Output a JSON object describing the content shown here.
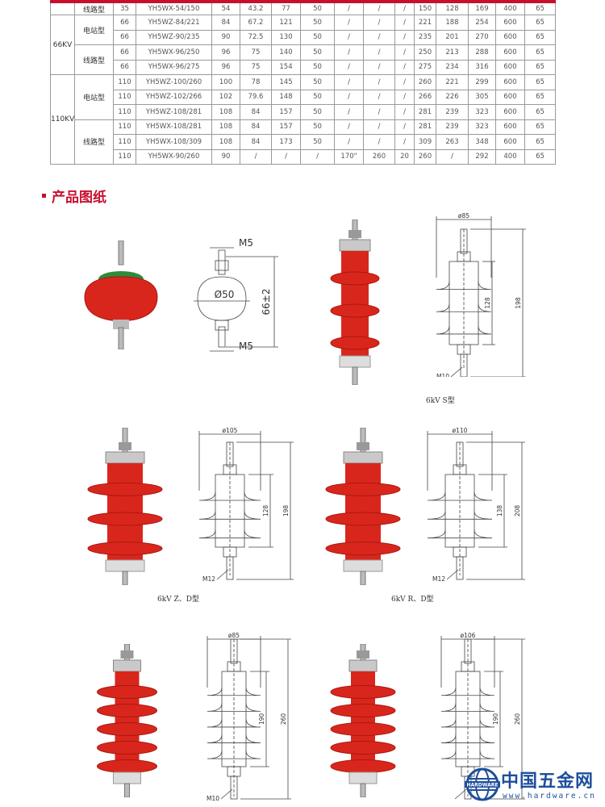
{
  "table": {
    "rows": [
      {
        "group": "",
        "type": "线路型",
        "cells": [
          "35",
          "YH5WX-54/150",
          "54",
          "43.2",
          "77",
          "50",
          "/",
          "/",
          "/",
          "150",
          "128",
          "169",
          "400",
          "65"
        ]
      },
      {
        "group": "66KV",
        "type": "电站型",
        "cells": [
          "66",
          "YH5WZ-84/221",
          "84",
          "67.2",
          "121",
          "50",
          "/",
          "/",
          "/",
          "221",
          "188",
          "254",
          "600",
          "65"
        ]
      },
      {
        "cells": [
          "66",
          "YH5WZ-90/235",
          "90",
          "72.5",
          "130",
          "50",
          "/",
          "/",
          "/",
          "235",
          "201",
          "270",
          "600",
          "65"
        ]
      },
      {
        "type": "线路型",
        "cells": [
          "66",
          "YH5WX-96/250",
          "96",
          "75",
          "140",
          "50",
          "/",
          "/",
          "/",
          "250",
          "213",
          "288",
          "600",
          "65"
        ]
      },
      {
        "cells": [
          "66",
          "YH5WX-96/275",
          "96",
          "75",
          "154",
          "50",
          "/",
          "/",
          "/",
          "275",
          "234",
          "316",
          "600",
          "65"
        ]
      },
      {
        "group": "110KV",
        "type": "电站型",
        "cells": [
          "110",
          "YH5WZ-100/260",
          "100",
          "78",
          "145",
          "50",
          "/",
          "/",
          "/",
          "260",
          "221",
          "299",
          "600",
          "65"
        ]
      },
      {
        "cells": [
          "110",
          "YH5WZ-102/266",
          "102",
          "79.6",
          "148",
          "50",
          "/",
          "/",
          "/",
          "266",
          "226",
          "305",
          "600",
          "65"
        ]
      },
      {
        "cells": [
          "110",
          "YH5WZ-108/281",
          "108",
          "84",
          "157",
          "50",
          "/",
          "/",
          "/",
          "281",
          "239",
          "323",
          "600",
          "65"
        ]
      },
      {
        "type": "线路型",
        "cells": [
          "110",
          "YH5WX-108/281",
          "108",
          "84",
          "157",
          "50",
          "/",
          "/",
          "/",
          "281",
          "239",
          "323",
          "600",
          "65"
        ]
      },
      {
        "cells": [
          "110",
          "YH5WX-108/309",
          "108",
          "84",
          "173",
          "50",
          "/",
          "/",
          "/",
          "309",
          "263",
          "348",
          "600",
          "65"
        ]
      },
      {
        "cells": [
          "110",
          "YH5WX-90/260",
          "90",
          "/",
          "/",
          "/",
          "170\"",
          "260",
          "20",
          "260",
          "/",
          "292",
          "400",
          "65"
        ]
      }
    ]
  },
  "section_title": "产品图纸",
  "drawings": {
    "d1": {
      "top": "M5",
      "dia": "Ø50",
      "height": "66±2",
      "bottom": "M5"
    },
    "d2": {
      "dia": "ø85",
      "inner": "128",
      "outer": "198",
      "thread": "M10"
    },
    "d3": {
      "dia": "ø105",
      "inner": "128",
      "outer": "198",
      "thread": "M12"
    },
    "d4": {
      "dia": "ø110",
      "inner": "138",
      "outer": "208",
      "thread": "M12"
    },
    "d5": {
      "dia": "ø85",
      "inner": "190",
      "outer": "260",
      "thread": "M10"
    },
    "d6": {
      "dia": "ø106",
      "inner": "190",
      "outer": "260",
      "thread": ""
    }
  },
  "captions": {
    "s": "6kV S型",
    "zd": "6kV Z、D型",
    "rd": "6kV R、D型"
  },
  "watermark": {
    "name": "中国五金网",
    "url": "www.hardware.cn",
    "globe_text": "HARDWARE"
  },
  "colors": {
    "accent": "#c8102e",
    "porcelain_red": "#d9261c",
    "logo_blue": "#1d4f9c"
  }
}
